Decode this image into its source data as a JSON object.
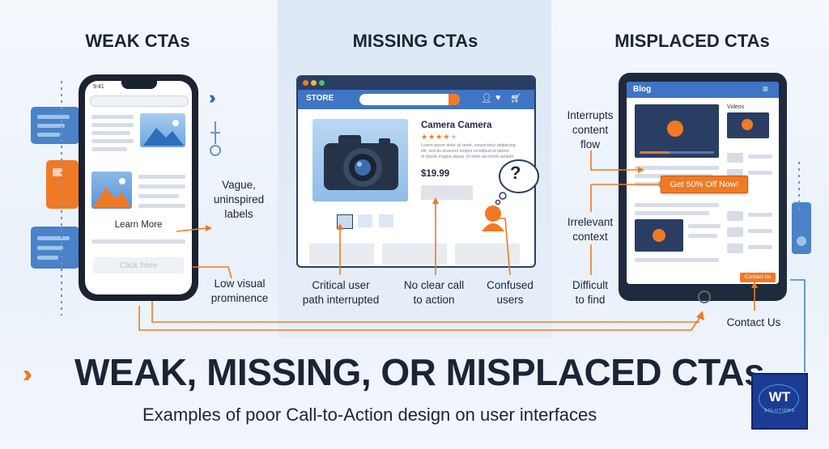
{
  "headers": {
    "weak": "WEAK CTAs",
    "missing": "MISSING CTAs",
    "misplaced": "MISPLACED CTAs"
  },
  "phone": {
    "time": "9:41",
    "cta_learn_more": "Learn More",
    "cta_click_here": "Click here"
  },
  "weak_labels": {
    "vague": [
      "Vague,",
      "uninspired",
      "labels"
    ],
    "low_visual": [
      "Low visual",
      "prominence"
    ]
  },
  "browser": {
    "store_label": "STORE",
    "product_title": "Camera Camera",
    "lorem_lines": [
      "Lorem ipsum dolor sit amet, consectetur adipiscing",
      "elit, sed do eiusmod tempor incididunt ut labore",
      "et dolore magna aliqua. Ut enim ad minim veniam"
    ],
    "price": "$19.99",
    "question_mark": "?"
  },
  "missing_labels": {
    "critical": [
      "Critical user",
      "path interrupted"
    ],
    "no_clear": [
      "No clear call",
      "to action"
    ],
    "confused": [
      "Confused",
      "users"
    ]
  },
  "tablet": {
    "blog_label": "Blog",
    "videos_label": "Videos",
    "popup_cta": "Get 50% Off Now!",
    "contact_button": "Contact Us"
  },
  "misplaced_labels": {
    "interrupts": [
      "Interrupts",
      "content",
      "flow"
    ],
    "irrelevant": [
      "Irrelevant",
      "context"
    ],
    "difficult": [
      "Difficult",
      "to find"
    ],
    "contact": "Contact Us"
  },
  "footer": {
    "title": "WEAK, MISSING, OR MISPLACED CTAs",
    "subtitle": "Examples of poor Call-to-Action design on user interfaces",
    "logo_text": "WT",
    "logo_sub": "SOLUTIONS"
  },
  "colors": {
    "accent": "#f07a24",
    "navy": "#1b2536",
    "brand_blue": "#2f67b8"
  }
}
